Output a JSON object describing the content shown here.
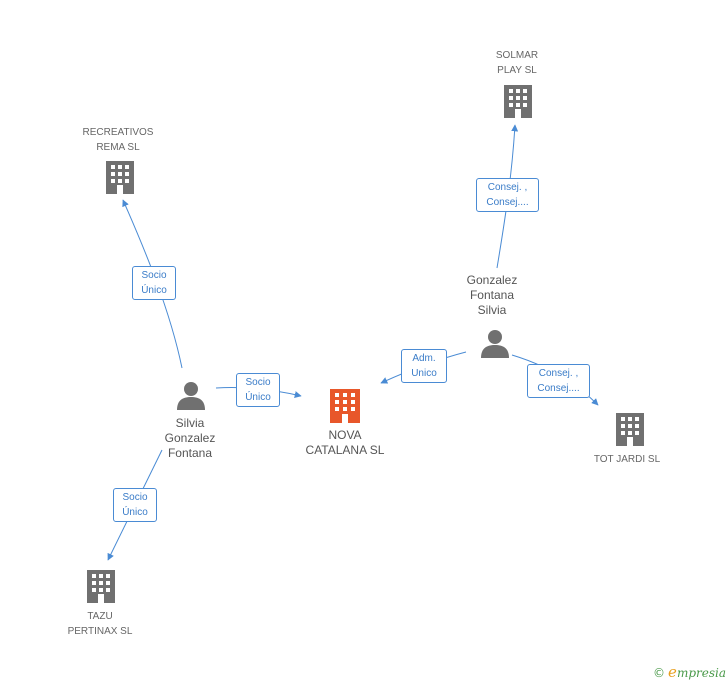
{
  "nodes": {
    "nova_catalana": {
      "label": "NOVA\nCATALANA SL",
      "icon": "building-icon",
      "color": "#e8572a"
    },
    "recreativos_rema": {
      "label": "RECREATIVOS\nREMA SL",
      "icon": "building-icon",
      "color": "#707070"
    },
    "solmar_play": {
      "label": "SOLMAR\nPLAY SL",
      "icon": "building-icon",
      "color": "#707070"
    },
    "tot_jardi": {
      "label": "TOT JARDI SL",
      "icon": "building-icon",
      "color": "#707070"
    },
    "tazu_pertinax": {
      "label": "TAZU\nPERTINAX SL",
      "icon": "building-icon",
      "color": "#707070"
    },
    "silvia_gonzalez": {
      "label": "Silvia\nGonzalez\nFontana",
      "icon": "person-icon",
      "color": "#707070"
    },
    "gonzalez_fontana": {
      "label": "Gonzalez\nFontana\nSilvia",
      "icon": "person-icon",
      "color": "#707070"
    }
  },
  "edges": {
    "silvia_to_rema": {
      "label": "Socio\nÚnico"
    },
    "silvia_to_nova": {
      "label": "Socio\nÚnico"
    },
    "silvia_to_tazu": {
      "label": "Socio\nÚnico"
    },
    "gonzalez_to_nova": {
      "label": "Adm.\nUnico"
    },
    "gonzalez_to_solmar": {
      "label": "Consej. ,\nConsej...."
    },
    "gonzalez_to_tot": {
      "label": "Consej. ,\nConsej...."
    }
  },
  "colors": {
    "edge": "#4a8bd4",
    "edge_label_text": "#3a7cc8"
  },
  "brand": {
    "copyright": "©",
    "name_initial": "e",
    "name_rest": "mpresia"
  }
}
